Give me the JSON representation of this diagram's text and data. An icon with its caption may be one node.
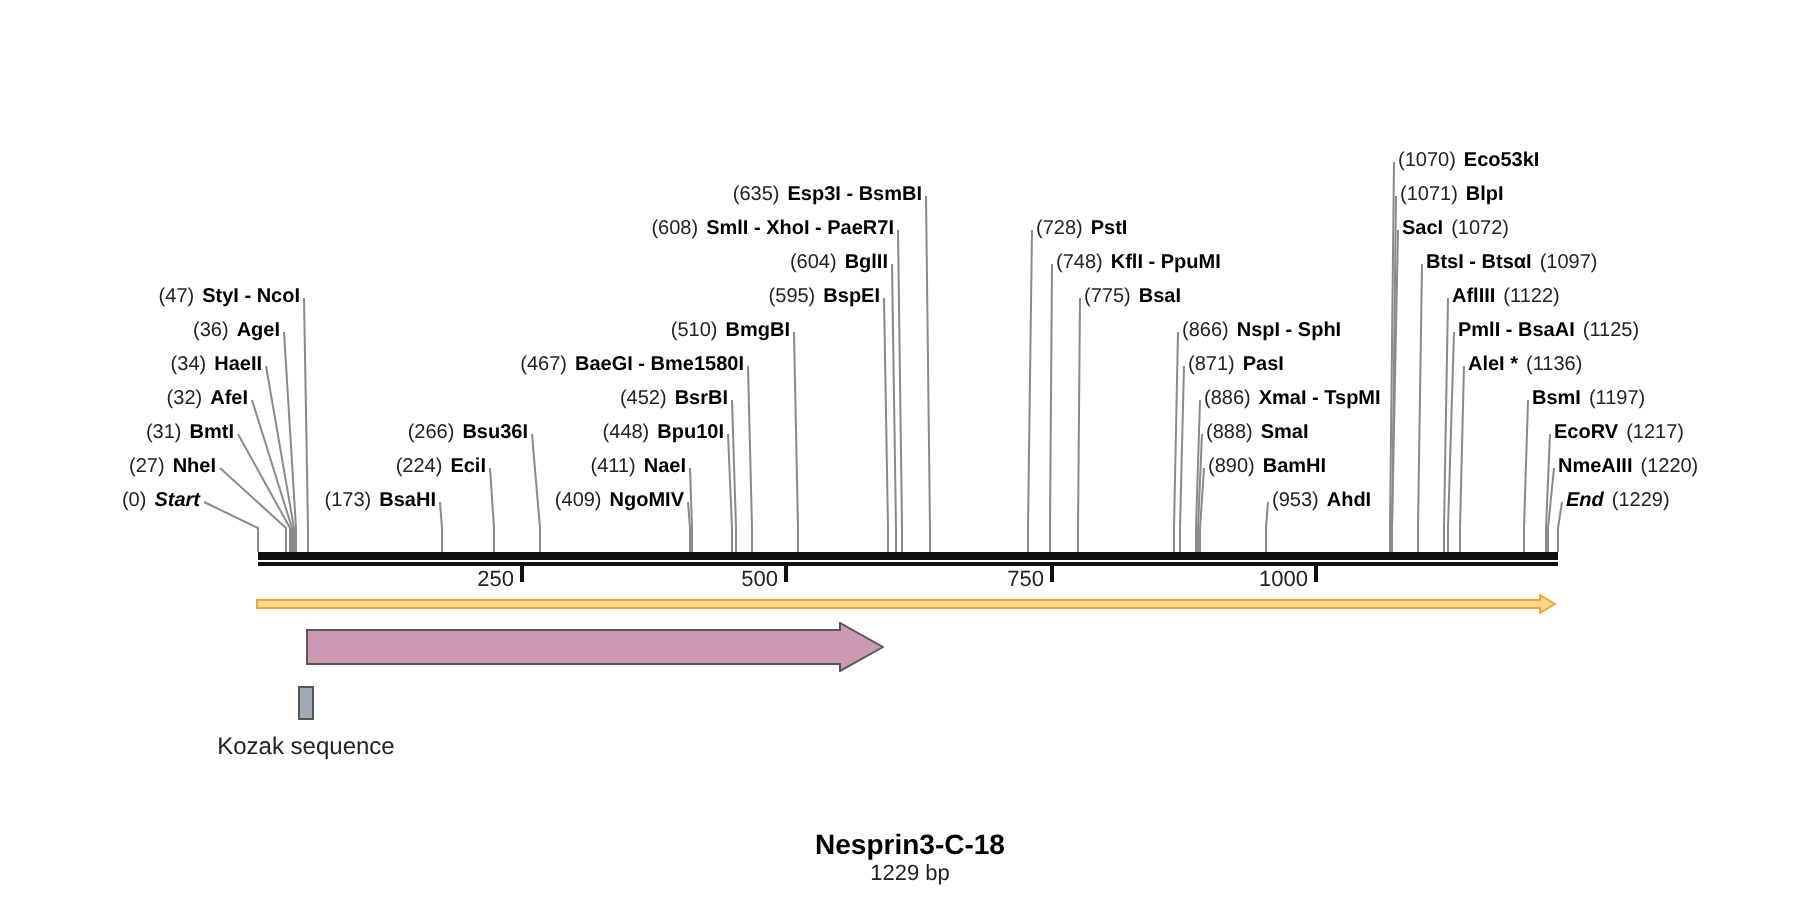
{
  "diagram": {
    "title": "Nesprin3-C-18",
    "caption": "1229 bp",
    "nodes": [
      {
        "text": [
          "(0)",
          "Start"
        ]
      },
      {
        "text": [
          "(27)",
          "NheI"
        ]
      },
      {
        "text": [
          "(31)",
          "BmtI"
        ]
      },
      {
        "text": [
          "(32)",
          "AfeI"
        ]
      },
      {
        "text": [
          "(34)",
          "HaeII"
        ]
      },
      {
        "text": [
          "(36)",
          "AgeI"
        ]
      },
      {
        "text": [
          "(47)",
          "StyI - NcoI"
        ]
      },
      {
        "text": [
          "(173)",
          "BsaHI"
        ]
      },
      {
        "text": [
          "(224)",
          "EciI"
        ]
      },
      {
        "text": [
          "(266)",
          "Bsu36I"
        ]
      },
      {
        "text": [
          "(409)",
          "NgoMIV"
        ]
      },
      {
        "text": [
          "(411)",
          "NaeI"
        ]
      },
      {
        "text": [
          "(448)",
          "Bpu10I"
        ]
      },
      {
        "text": [
          "(452)",
          "BsrBI"
        ]
      },
      {
        "text": [
          "(467)",
          "BaeGI - Bme1580I"
        ]
      },
      {
        "text": [
          "(510)",
          "BmgBI"
        ]
      },
      {
        "text": [
          "(595)",
          "BspEI"
        ]
      },
      {
        "text": [
          "(604)",
          "BglII"
        ]
      },
      {
        "text": [
          "(608)",
          "SmlI - XhoI - PaeR7I"
        ]
      },
      {
        "text": [
          "(635)",
          "Esp3I - BsmBI"
        ]
      },
      {
        "text": [
          "(728)",
          "PstI"
        ]
      },
      {
        "text": [
          "(748)",
          "KflI - PpuMI"
        ]
      },
      {
        "text": [
          "(775)",
          "BsaI"
        ]
      },
      {
        "text": [
          "(866)",
          "NspI - SphI"
        ]
      },
      {
        "text": [
          "(871)",
          "PasI"
        ]
      },
      {
        "text": [
          "(886)",
          "XmaI - TspMI"
        ]
      },
      {
        "text": [
          "(888)",
          "SmaI"
        ]
      },
      {
        "text": [
          "(890)",
          "BamHI"
        ]
      },
      {
        "text": [
          "(953)",
          "AhdI"
        ]
      },
      {
        "text": [
          "(1070)",
          "Eco53kI"
        ]
      },
      {
        "text": [
          "(1071)",
          "BlpI"
        ]
      },
      {
        "text": [
          "SacI",
          "(1072)"
        ]
      },
      {
        "text": [
          "BtsI - BtsαI",
          "(1097)"
        ]
      },
      {
        "text": [
          "AflIII",
          "(1122)"
        ]
      },
      {
        "text": [
          "PmlI - BsaAI",
          "(1125)"
        ]
      },
      {
        "text": [
          "AleI *",
          "(1136)"
        ]
      },
      {
        "text": [
          "BsmI",
          "(1197)"
        ]
      },
      {
        "text": [
          "EcoRV",
          "(1217)"
        ]
      },
      {
        "text": [
          "NmeAIII",
          "(1220)"
        ]
      },
      {
        "text": [
          "End",
          "(1229)"
        ]
      },
      {
        "text": [],
        "shape": "bar"
      },
      {
        "text": [],
        "shape": "arrow"
      },
      {
        "text": [],
        "shape": "arrow"
      },
      {
        "text": [
          "Kozak sequence"
        ]
      }
    ],
    "edges": [
      {
        "from": 0,
        "to": 40,
        "arrow": "none"
      },
      {
        "from": 1,
        "to": 40,
        "arrow": "none"
      },
      {
        "from": 2,
        "to": 40,
        "arrow": "none"
      },
      {
        "from": 3,
        "to": 40,
        "arrow": "none"
      },
      {
        "from": 4,
        "to": 40,
        "arrow": "none"
      },
      {
        "from": 5,
        "to": 40,
        "arrow": "none"
      },
      {
        "from": 6,
        "to": 40,
        "arrow": "none"
      },
      {
        "from": 7,
        "to": 40,
        "arrow": "none"
      },
      {
        "from": 8,
        "to": 40,
        "arrow": "none"
      },
      {
        "from": 9,
        "to": 40,
        "arrow": "none"
      },
      {
        "from": 10,
        "to": 40,
        "arrow": "none"
      },
      {
        "from": 11,
        "to": 40,
        "arrow": "none"
      },
      {
        "from": 12,
        "to": 40,
        "arrow": "none"
      },
      {
        "from": 13,
        "to": 40,
        "arrow": "none"
      },
      {
        "from": 14,
        "to": 40,
        "arrow": "none"
      },
      {
        "from": 15,
        "to": 40,
        "arrow": "none"
      },
      {
        "from": 16,
        "to": 40,
        "arrow": "none"
      },
      {
        "from": 17,
        "to": 40,
        "arrow": "none"
      },
      {
        "from": 18,
        "to": 40,
        "arrow": "none"
      },
      {
        "from": 19,
        "to": 40,
        "arrow": "none"
      },
      {
        "from": 20,
        "to": 40,
        "arrow": "none"
      },
      {
        "from": 21,
        "to": 40,
        "arrow": "none"
      },
      {
        "from": 22,
        "to": 40,
        "arrow": "none"
      },
      {
        "from": 23,
        "to": 40,
        "arrow": "none"
      },
      {
        "from": 24,
        "to": 40,
        "arrow": "none"
      },
      {
        "from": 25,
        "to": 40,
        "arrow": "none"
      },
      {
        "from": 26,
        "to": 40,
        "arrow": "none"
      },
      {
        "from": 27,
        "to": 40,
        "arrow": "none"
      },
      {
        "from": 28,
        "to": 40,
        "arrow": "none"
      },
      {
        "from": 29,
        "to": 40,
        "arrow": "none"
      },
      {
        "from": 30,
        "to": 40,
        "arrow": "none"
      },
      {
        "from": 31,
        "to": 40,
        "arrow": "none"
      },
      {
        "from": 32,
        "to": 40,
        "arrow": "none"
      },
      {
        "from": 33,
        "to": 40,
        "arrow": "none"
      },
      {
        "from": 34,
        "to": 40,
        "arrow": "none"
      },
      {
        "from": 35,
        "to": 40,
        "arrow": "none"
      },
      {
        "from": 36,
        "to": 40,
        "arrow": "none"
      },
      {
        "from": 37,
        "to": 40,
        "arrow": "none"
      },
      {
        "from": 38,
        "to": 40,
        "arrow": "none"
      },
      {
        "from": 39,
        "to": 40,
        "arrow": "none"
      }
    ],
    "labels": [
      "250",
      "500",
      "750",
      "1000"
    ]
  }
}
